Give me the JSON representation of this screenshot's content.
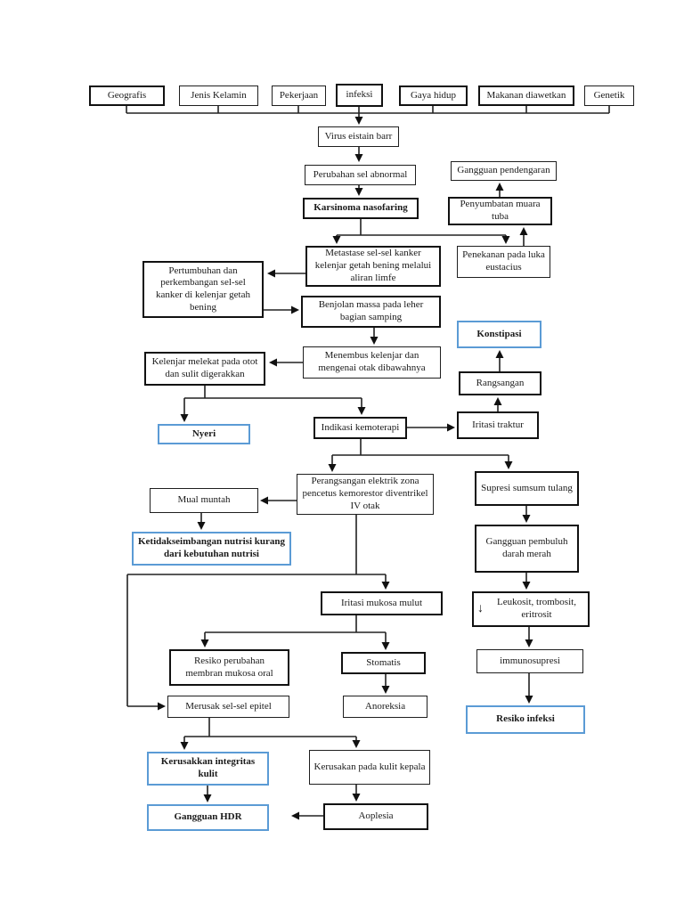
{
  "document": {
    "type": "pathway-flowchart",
    "language": "Indonesian",
    "topic_node": "Karsinoma nasofaring"
  },
  "colors": {
    "background": "#ffffff",
    "box_border": "#111111",
    "highlight_border": "#5b9bd5",
    "line": "#222222",
    "text": "#1a1a1a"
  },
  "nodes": {
    "geografis": {
      "label": "Geografis"
    },
    "jenis_kelamin": {
      "label": "Jenis Kelamin"
    },
    "pekerjaan": {
      "label": "Pekerjaan"
    },
    "infeksi": {
      "label": "infeksi"
    },
    "gaya_hidup": {
      "label": "Gaya hidup"
    },
    "makanan": {
      "label": "Makanan diawetkan"
    },
    "genetik": {
      "label": "Genetik"
    },
    "virus": {
      "label": "Virus eistain barr"
    },
    "perubahan": {
      "label": "Perubahan sel abnormal"
    },
    "karsinoma": {
      "label": "Karsinoma nasofaring"
    },
    "gangguan_pendengaran": {
      "label": "Gangguan pendengaran"
    },
    "penyumbatan": {
      "label": "Penyumbatan muara tuba"
    },
    "metastase": {
      "label": "Metastase sel-sel kanker kelenjar getah bening melalui aliran limfe"
    },
    "penekanan": {
      "label": "Penekanan pada luka eustacius"
    },
    "pertumbuhan": {
      "label": "Pertumbuhan dan perkembangan sel-sel kanker di kelenjar getah bening"
    },
    "benjolan": {
      "label": "Benjolan massa pada leher bagian samping"
    },
    "konstipasi": {
      "label": "Konstipasi"
    },
    "kelenjar_melekat": {
      "label": "Kelenjar melekat pada otot dan sulit digerakkan"
    },
    "menembus": {
      "label": "Menembus kelenjar dan mengenai otak dibawahnya"
    },
    "rangsangan": {
      "label": "Rangsangan"
    },
    "nyeri": {
      "label": "Nyeri"
    },
    "indikasi": {
      "label": "Indikasi kemoterapi"
    },
    "iritasi_traktur": {
      "label": "Iritasi traktur"
    },
    "perangsangan": {
      "label": "Perangsangan elektrik zona pencetus kemorestor diventrikel IV otak"
    },
    "supresi": {
      "label": "Supresi sumsum tulang"
    },
    "mual": {
      "label": "Mual muntah"
    },
    "ketidakseimbangan": {
      "label": "Ketidakseimbangan nutrisi kurang dari kebutuhan nutrisi"
    },
    "iritasi_mukosa": {
      "label": "Iritasi mukosa mulut"
    },
    "resiko_perubahan": {
      "label": "Resiko perubahan membran mukosa oral"
    },
    "stomatis": {
      "label": "Stomatis"
    },
    "merusak": {
      "label": "Merusak sel-sel epitel"
    },
    "anoreksia": {
      "label": "Anoreksia"
    },
    "gangguan_pembuluh": {
      "label": "Gangguan pembuluh darah merah"
    },
    "leukosit": {
      "icon": "↓",
      "label": "Leukosit, trombosit, eritrosit"
    },
    "immunosupresi": {
      "label": "immunosupresi"
    },
    "resiko_infeksi": {
      "label": "Resiko infeksi"
    },
    "kerusakkan_integritas": {
      "label": "Kerusakkan integritas kulit"
    },
    "kerusakan_kulit": {
      "label": "Kerusakan pada kulit kepala"
    },
    "gangguan_hdr": {
      "label": "Gangguan HDR"
    },
    "aoplesia": {
      "label": "Aoplesia"
    }
  }
}
